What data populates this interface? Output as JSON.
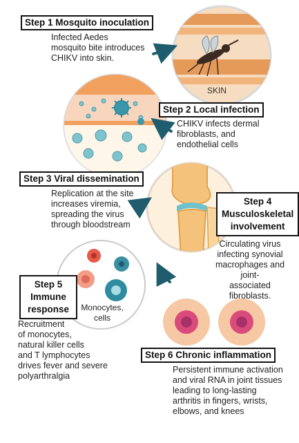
{
  "steps": [
    {
      "label": "Step 1  Mosquito inoculation",
      "desc": [
        "Infected Aedes",
        "mosquito bite introduces",
        "CHIKV into skin."
      ],
      "art_label": "SKIN"
    },
    {
      "label": "Step 2  Local infection",
      "desc": [
        "CHIKV infects dermal",
        "fibroblasts, and",
        "endothelial cells"
      ]
    },
    {
      "label": "Step 3  Viral dissemination",
      "desc": [
        "Replication at the site",
        "increases viremia,",
        "spreading the virus",
        "through bloodstream"
      ]
    },
    {
      "label_lines": [
        "Step 4",
        "Musculoskeletal",
        "involvement"
      ],
      "desc": [
        "Circulating virus",
        "infecting synovial",
        "macrophages and joint-",
        "associated fibroblasts."
      ]
    },
    {
      "label_lines": [
        "Step 5",
        "Immune",
        "response"
      ],
      "desc": [
        "Recruitment",
        "of monocytes,",
        "natural killer cells",
        "and T lymphocytes",
        "drives fever and severe",
        "polyarthralgia"
      ],
      "art_label": [
        "Monocytes,",
        "cells"
      ]
    },
    {
      "label": "Step 6  Chronic inflammation",
      "desc": [
        "Persistent immune activation",
        "and viral RNA in joint tissues",
        "leading to long-lasting",
        "arthritis in fingers, wrists,",
        "elbows, and knees"
      ]
    }
  ],
  "colors": {
    "skin_band": "#e59a5a",
    "skin_light": "#f6dcc0",
    "cell_blue": "#7fc3cf",
    "virus_teal": "#2d8a9c",
    "bone": "#f4c27a",
    "cartilage": "#6ec2cc",
    "cell_red": "#e75a4a",
    "cell_pink": "#f2b9b4",
    "arrow": "#1f5d6e"
  }
}
